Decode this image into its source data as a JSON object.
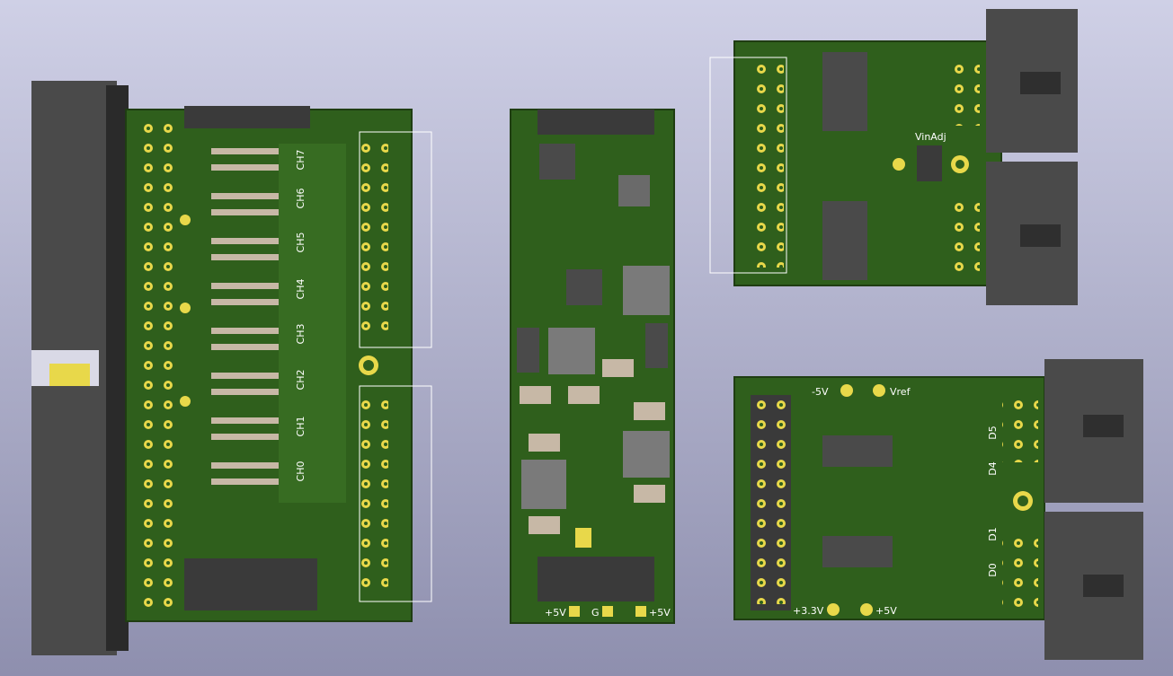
{
  "boards": {
    "adc_board": {
      "channels": [
        "CH7",
        "CH6",
        "CH5",
        "CH4",
        "CH3",
        "CH2",
        "CH1",
        "CH0"
      ]
    },
    "power_board": {
      "labels": {
        "plus5v_left": "+5V",
        "gnd": "G",
        "plus5v_right": "+5V"
      }
    },
    "vin_board": {
      "labels": {
        "vinadj": "VinAdj"
      }
    },
    "dac_board": {
      "labels": {
        "minus5v": "-5V",
        "vref": "Vref",
        "plus3v3": "+3.3V",
        "plus5v": "+5V",
        "d5": "D5",
        "d4": "D4",
        "d1": "D1",
        "d0": "D0"
      }
    }
  },
  "colors": {
    "pcb": "#2f5f1c",
    "pcb_trace": "#3d7426",
    "pcb_edge": "#1f3d12",
    "gold": "#e8d84a",
    "connector": "#4a4a4a",
    "component": "#c7b8a6"
  }
}
